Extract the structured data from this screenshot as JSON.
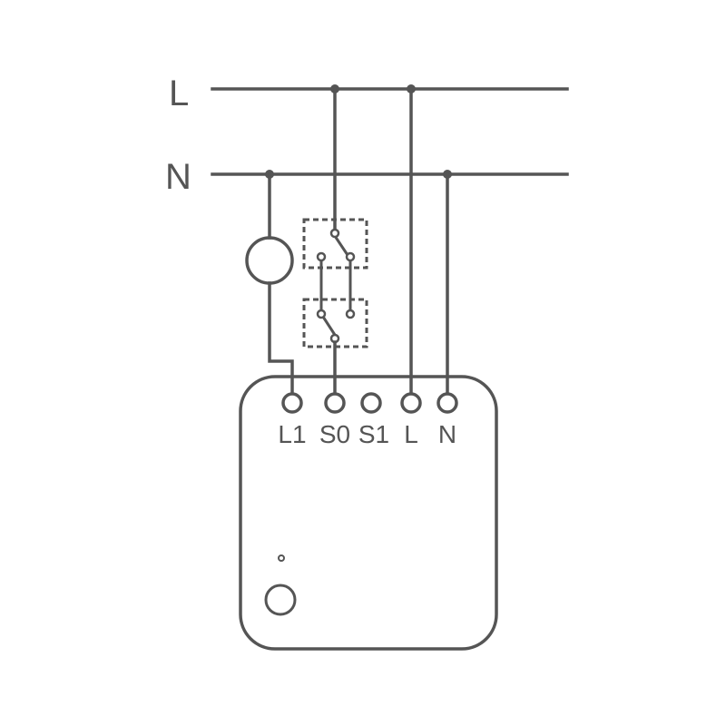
{
  "bus_labels": {
    "line": "L",
    "neutral": "N"
  },
  "terminals": [
    "L1",
    "S0",
    "S1",
    "L",
    "N"
  ],
  "colors": {
    "stroke": "#555555",
    "background": "#ffffff"
  }
}
